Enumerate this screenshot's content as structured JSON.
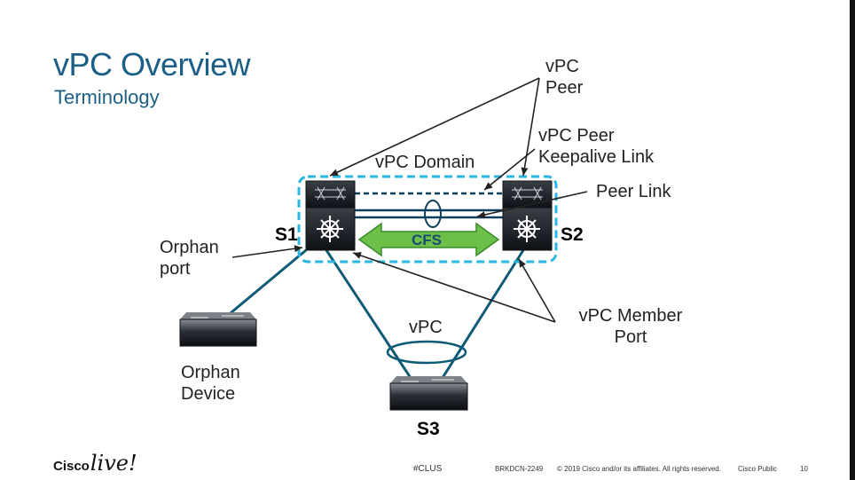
{
  "title": "vPC Overview",
  "subtitle": "Terminology",
  "labels": {
    "vpc_peer_1": "vPC",
    "vpc_peer_2": "Peer",
    "keepalive_1": "vPC Peer",
    "keepalive_2": "Keepalive Link",
    "vpc_domain": "vPC Domain",
    "peer_link": "Peer Link",
    "s1": "S1",
    "s2": "S2",
    "cfs": "CFS",
    "orphan_port_1": "Orphan",
    "orphan_port_2": "port",
    "member_port_1": "vPC Member",
    "member_port_2": "Port",
    "vpc": "vPC",
    "orphan_device_1": "Orphan",
    "orphan_device_2": "Device",
    "s3": "S3"
  },
  "footer": {
    "logo_cisco": "Cisco",
    "logo_live": "live!",
    "hashtag": "#CLUS",
    "session": "BRKDCN-2249",
    "copyright": "© 2019 Cisco and/or its affiliates. All rights reserved.",
    "classification": "Cisco Public",
    "page": "10"
  },
  "colors": {
    "title": "#1b5f86",
    "link_teal": "#0f5a75",
    "domain_dash": "#29b6e0",
    "cfs_green": "#6cc04a"
  },
  "icons": [
    "switch-s1-icon",
    "switch-s2-icon",
    "switch-s3-icon",
    "orphan-device-icon",
    "cfs-arrow-icon"
  ]
}
